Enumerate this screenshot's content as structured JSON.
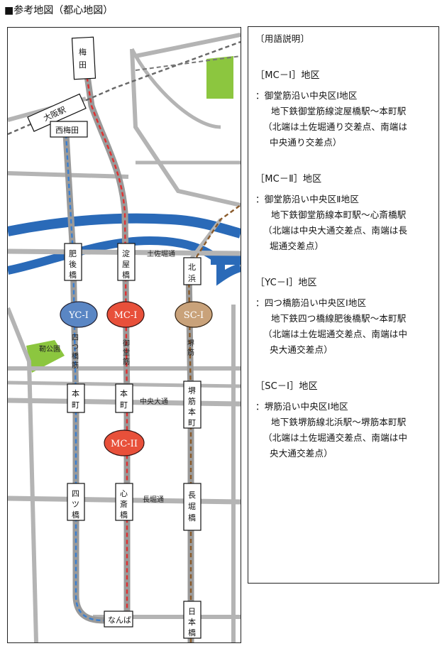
{
  "title": "■参考地図（都心地図）",
  "map": {
    "stations": {
      "umeda": "梅田",
      "osaka": "大阪駅",
      "nishiumeda": "西梅田",
      "higobashi": "肥後橋",
      "yodoyabashi": "淀屋橋",
      "kitahama": "北浜",
      "honmachi_yc": "本町",
      "honmachi_mc": "本町",
      "sakaisuji_honmachi": "堺筋本町",
      "yotsubashi": "四ツ橋",
      "shinsaibashi": "心斎橋",
      "nagahoribashi": "長堀橋",
      "namba": "なんば",
      "nipponbashi": "日本橋"
    },
    "roads": {
      "tosabori": "土佐堀通",
      "chuo": "中央大通",
      "nagahori": "長堀通",
      "yotsubashisuji": "四つ橋筋",
      "midosuji": "御堂筋",
      "sakaisuji": "堺筋"
    },
    "park": "靭公園",
    "districts": {
      "yc": "YC-I",
      "mc1": "MC-I",
      "sc": "SC-I",
      "mc2": "MC-II"
    },
    "colors": {
      "river": "#2a6ab8",
      "park": "#8cc63f",
      "road": "#b4b4b4",
      "yc": "#5a86c4",
      "mc": "#e8503a",
      "sc": "#c9a27a",
      "midosuji_line": "#e03030",
      "yotsubashi_line": "#3a7fd0",
      "sakaisuji_line": "#8a5a2a",
      "jr_line": "#666666"
    }
  },
  "legend": {
    "header": "〔用語説明〕",
    "blocks": [
      {
        "title": "［MC－Ⅰ］地区",
        "lines": [
          "：御堂筋沿い中央区Ⅰ地区",
          "地下鉄御堂筋線淀屋橋駅～本町駅",
          "（北端は土佐堀通り交差点、南端は",
          "中央通り交差点）"
        ]
      },
      {
        "title": "［MC－Ⅱ］地区",
        "lines": [
          "：御堂筋沿い中央区Ⅱ地区",
          "地下鉄御堂筋線本町駅～心斎橋駅",
          "（北端は中央大通交差点、南端は長",
          "堀通交差点）"
        ]
      },
      {
        "title": "［YC－Ⅰ］地区",
        "lines": [
          "：四つ橋筋沿い中央区Ⅰ地区",
          "地下鉄四つ橋線肥後橋駅～本町駅",
          "（北端は土佐堀通交差点、南端は中",
          "央大通交差点）"
        ]
      },
      {
        "title": "［SC－Ⅰ］地区",
        "lines": [
          "：堺筋沿い中央区Ⅰ地区",
          "地下鉄堺筋線北浜駅～堺筋本町駅",
          "（北端は土佐堀通交差点、南端は中",
          "央大通交差点）"
        ]
      }
    ]
  }
}
